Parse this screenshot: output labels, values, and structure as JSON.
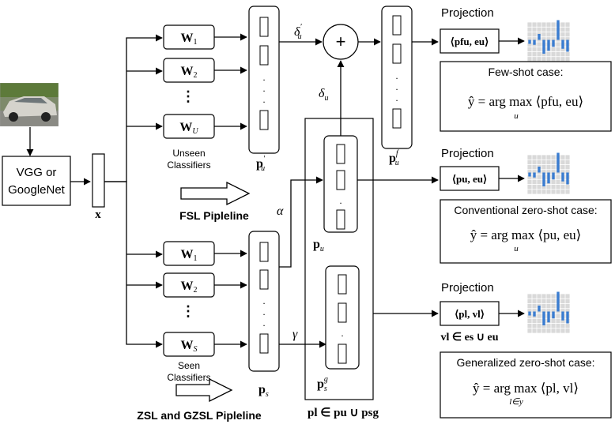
{
  "input": {
    "backbone_line1": "VGG or",
    "backbone_line2": "GoogleNet",
    "feature": "x"
  },
  "unseen": {
    "w1_main": "W",
    "w1_sub": "1",
    "w2_main": "W",
    "w2_sub": "2",
    "wu_main": "W",
    "wu_sub": "U",
    "caption_line1": "Unseen",
    "caption_line2": "Classifiers",
    "output_main": "p",
    "output_prime": "′",
    "output_sub": "u"
  },
  "seen": {
    "w1_main": "W",
    "w1_sub": "1",
    "w2_main": "W",
    "w2_sub": "2",
    "ws_main": "W",
    "ws_sub": "S",
    "caption_line1": "Seen",
    "caption_line2": "Classifiers",
    "output_main": "p",
    "output_sub": "s"
  },
  "ellipsis": {
    "dots": "⋮"
  },
  "pipelines": {
    "fsl": "FSL Pipleline",
    "zsl": "ZSL and GZSL Pipleline"
  },
  "fusion": {
    "plus": "+",
    "delta_prime_main": "δ",
    "delta_prime_mark": "′",
    "delta_prime_sub": "u",
    "delta_main": "δ",
    "delta_sub": "u",
    "alpha": "α",
    "gamma": "γ"
  },
  "vectors": {
    "pfu_main": "p",
    "pfu_sup": "f",
    "pfu_sub": "u",
    "pu_main": "p",
    "pu_sub": "u",
    "psg_main": "p",
    "psg_sup": "g",
    "psg_sub": "s",
    "pl_union": "pl ∈ pu ∪ psg"
  },
  "projection": {
    "title": "Projection",
    "fs_formula": "⟨pfu, eu⟩",
    "zs_formula": "⟨pu, eu⟩",
    "gz_formula": "⟨pl, vl⟩",
    "gz_note": "vl ∈ es ∪ eu"
  },
  "cases": {
    "fs_title": "Few-shot case:",
    "fs_eq": "ŷ = arg max ⟨pfu, eu⟩",
    "fs_under": "u",
    "zs_title": "Conventional zero-shot case:",
    "zs_eq": "ŷ = arg max ⟨pu, eu⟩",
    "zs_under": "u",
    "gz_title": "Generalized zero-shot case:",
    "gz_eq": "ŷ = arg max ⟨pl, vl⟩",
    "gz_under": "l∈y"
  },
  "colors": {
    "bar": "#3a7dd1",
    "grid_cell": "#d9d9d9",
    "stroke": "#000000",
    "pipeline_arrow_fill": "#ffffff"
  },
  "bar_charts": [
    [
      -0.2,
      -0.25,
      0.3,
      -0.7,
      -0.55,
      -0.35,
      1.0,
      -0.45,
      -0.6
    ],
    [
      -0.2,
      -0.25,
      0.3,
      -0.7,
      -0.55,
      -0.35,
      1.0,
      -0.45,
      -0.6
    ],
    [
      -0.2,
      -0.25,
      0.3,
      -0.7,
      -0.55,
      -0.35,
      1.0,
      -0.45,
      -0.6
    ]
  ]
}
